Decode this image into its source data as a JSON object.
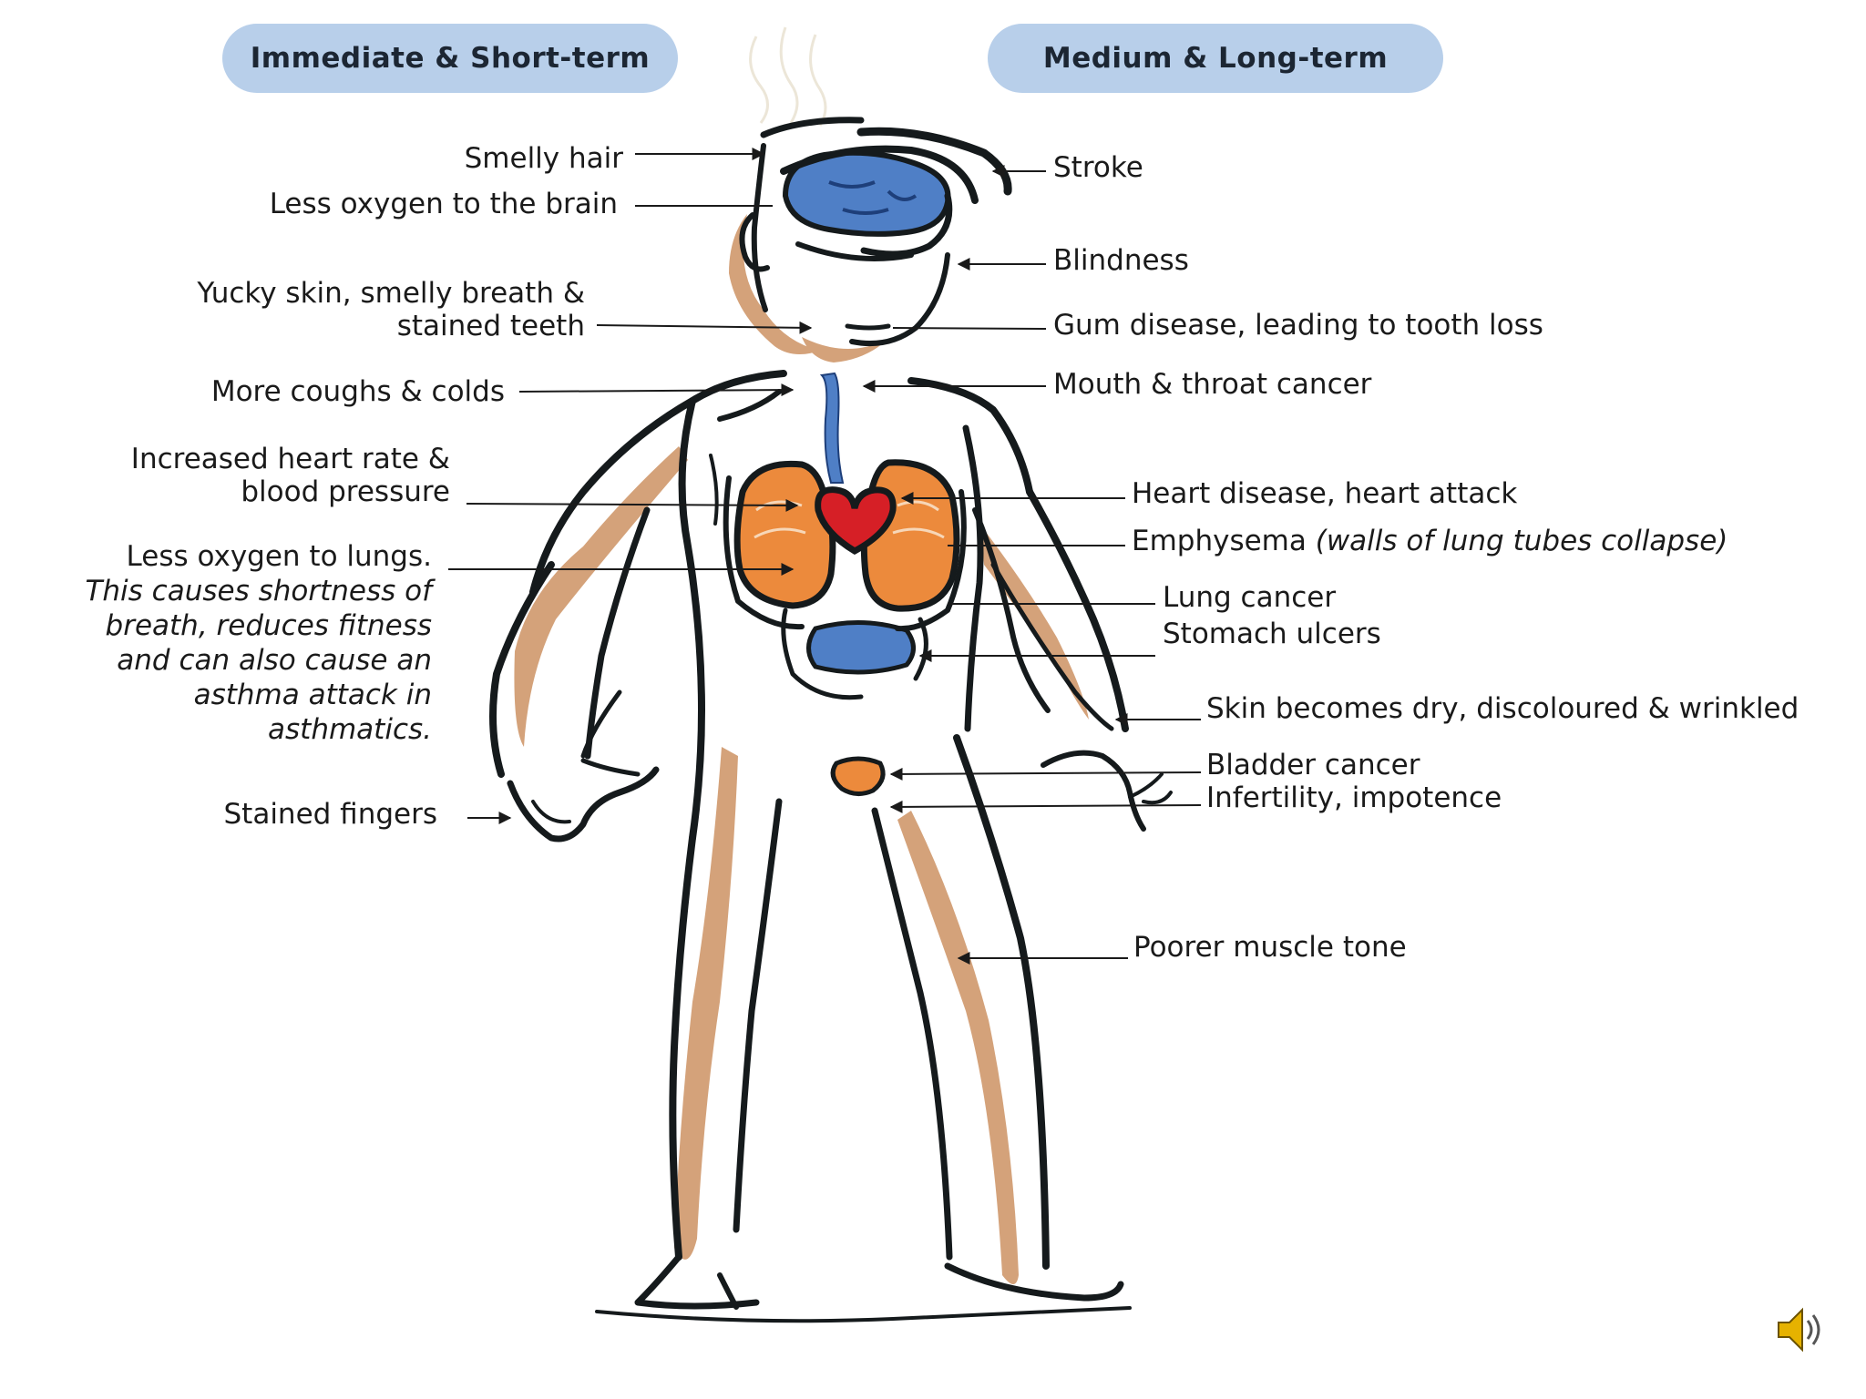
{
  "headers": {
    "left": "Immediate & Short-term",
    "right": "Medium & Long-term"
  },
  "left_labels": [
    {
      "id": "smelly-hair",
      "lines": [
        "Smelly hair"
      ]
    },
    {
      "id": "less-oxygen-brain",
      "lines": [
        "Less oxygen to the brain"
      ]
    },
    {
      "id": "yucky-skin",
      "lines": [
        "Yucky skin, smelly breath &",
        "stained teeth"
      ]
    },
    {
      "id": "coughs-colds",
      "lines": [
        "More coughs & colds"
      ]
    },
    {
      "id": "heart-rate",
      "lines": [
        "Increased heart rate &",
        "blood pressure"
      ]
    },
    {
      "id": "less-oxygen-lungs",
      "lines": [
        "Less oxygen to lungs."
      ],
      "italic_lines": [
        "This causes shortness of",
        "breath, reduces fitness",
        "and can also cause an",
        "asthma attack in",
        "asthmatics."
      ]
    },
    {
      "id": "stained-fingers",
      "lines": [
        "Stained fingers"
      ]
    }
  ],
  "right_labels": [
    {
      "id": "stroke",
      "text": "Stroke"
    },
    {
      "id": "blindness",
      "text": "Blindness"
    },
    {
      "id": "gum-disease",
      "text": "Gum disease, leading to tooth loss"
    },
    {
      "id": "mouth-cancer",
      "text": "Mouth & throat cancer"
    },
    {
      "id": "heart-disease",
      "text": "Heart disease, heart attack"
    },
    {
      "id": "emphysema",
      "text": "Emphysema ",
      "italic": "(walls of lung tubes collapse)"
    },
    {
      "id": "lung-cancer",
      "text": "Lung cancer"
    },
    {
      "id": "stomach-ulcers",
      "text": "Stomach ulcers"
    },
    {
      "id": "skin-dry",
      "text": "Skin becomes dry, discoloured & wrinkled"
    },
    {
      "id": "bladder-cancer",
      "text": "Bladder cancer"
    },
    {
      "id": "infertility",
      "text": "Infertility, impotence"
    },
    {
      "id": "muscle-tone",
      "text": "Poorer muscle tone"
    }
  ],
  "colors": {
    "outline": "#151a1c",
    "skin": "#d4a27a",
    "brain": "#4f7fc6",
    "lungs": "#ec8a3c",
    "heart": "#d61f26",
    "stomach": "#4f7fc6",
    "bladder": "#ec8a3c",
    "pill": "#b8cfea"
  },
  "icons": {
    "speaker": "speaker-icon"
  }
}
